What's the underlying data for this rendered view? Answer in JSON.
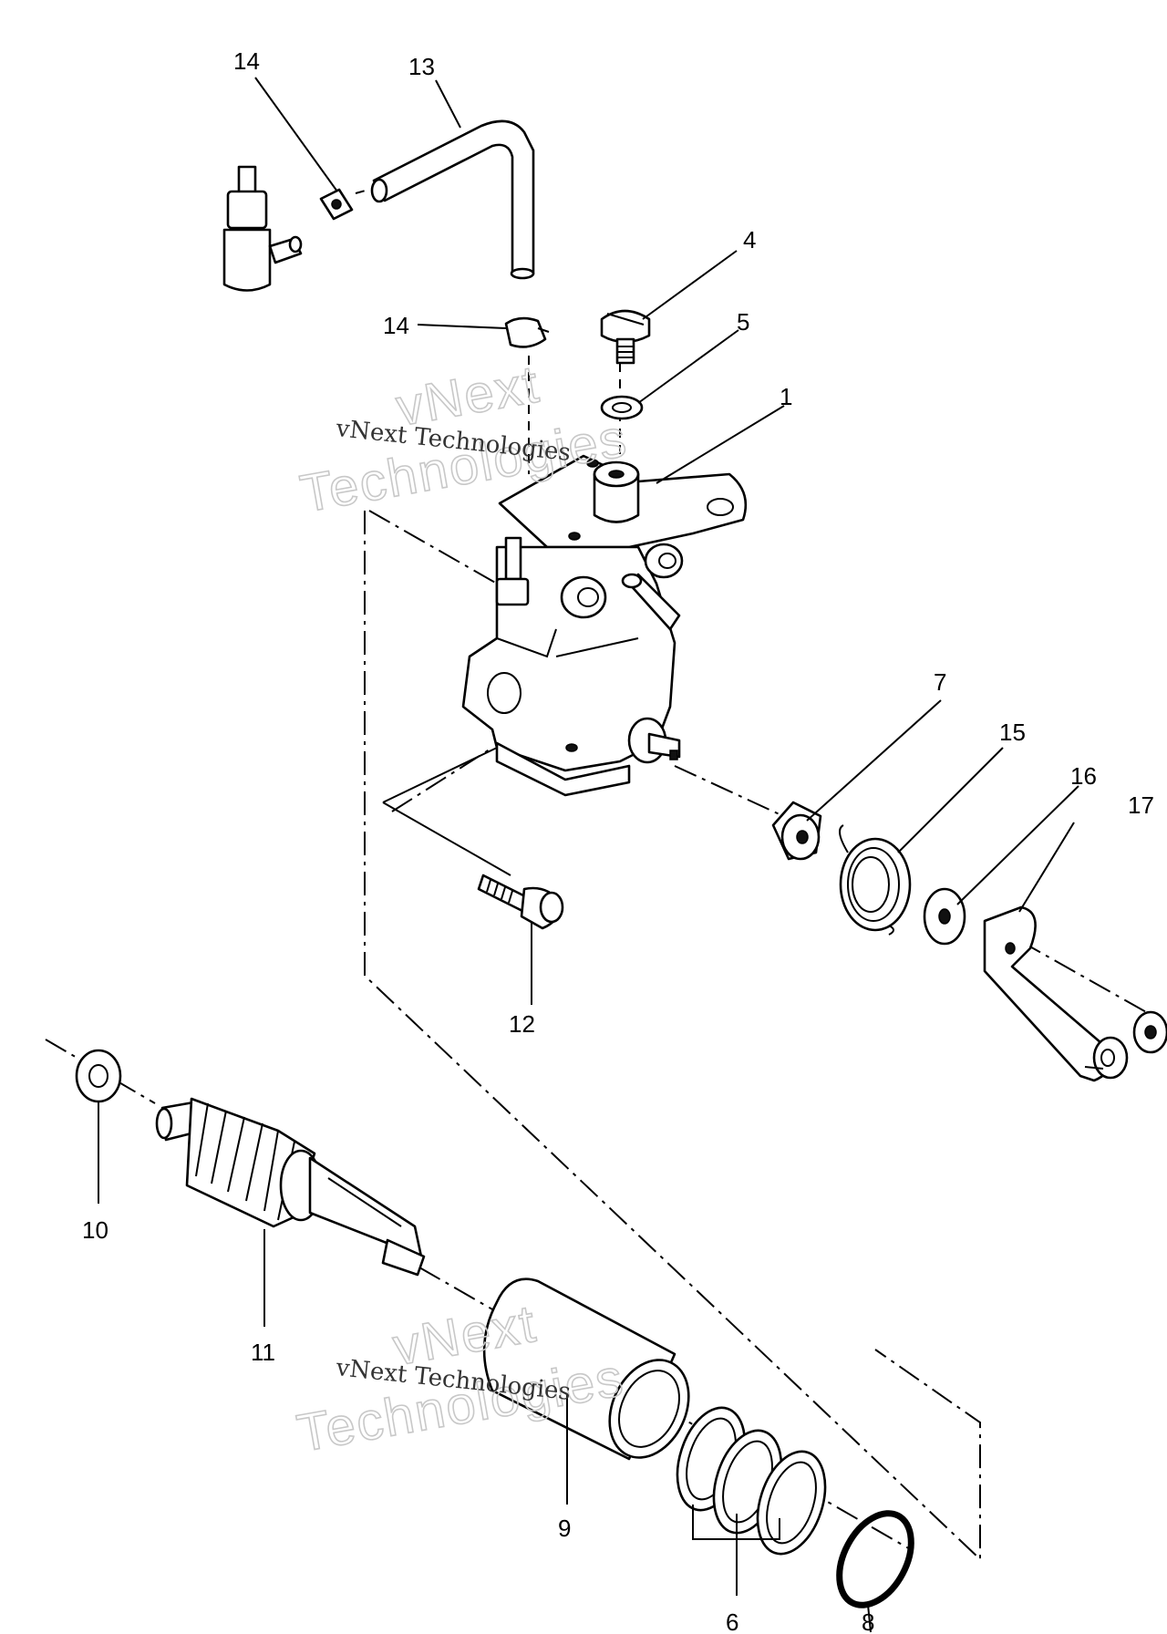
{
  "diagram": {
    "watermark": {
      "small": "vNext Technologies",
      "big_line1": "vNext",
      "big_line2": "Technologies"
    },
    "callouts": [
      "1",
      "4",
      "5",
      "6",
      "7",
      "8",
      "9",
      "10",
      "11",
      "12",
      "13",
      "14",
      "14",
      "15",
      "16",
      "17"
    ]
  }
}
